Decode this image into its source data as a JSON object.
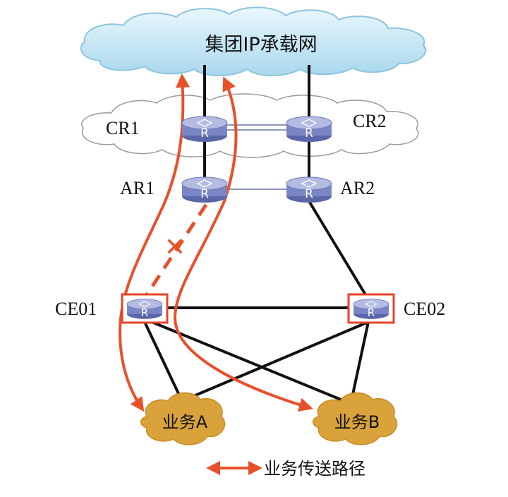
{
  "cloud": {
    "label": "集团IP承载网"
  },
  "nodes": {
    "cr1": {
      "name": "CR1",
      "router_glyph": "R"
    },
    "cr2": {
      "name": "CR2",
      "router_glyph": "R"
    },
    "ar1": {
      "name": "AR1",
      "router_glyph": "R"
    },
    "ar2": {
      "name": "AR2",
      "router_glyph": "R"
    },
    "ce01": {
      "name": "CE01",
      "router_glyph": "R"
    },
    "ce02": {
      "name": "CE02",
      "router_glyph": "R"
    }
  },
  "services": {
    "a": {
      "label": "业务A"
    },
    "b": {
      "label": "业务B"
    }
  },
  "failure_marker": "✕",
  "legend": {
    "label": "业务传送路径"
  },
  "colors": {
    "cloud_top": "#d6eef8",
    "cloud_stroke": "#8cc4df",
    "router_fill": "#7a86c4",
    "router_top": "#aab2de",
    "ce_border": "#e8432a",
    "service_fill": "#d9a23a",
    "path": "#e8502a",
    "link": "#111111"
  }
}
